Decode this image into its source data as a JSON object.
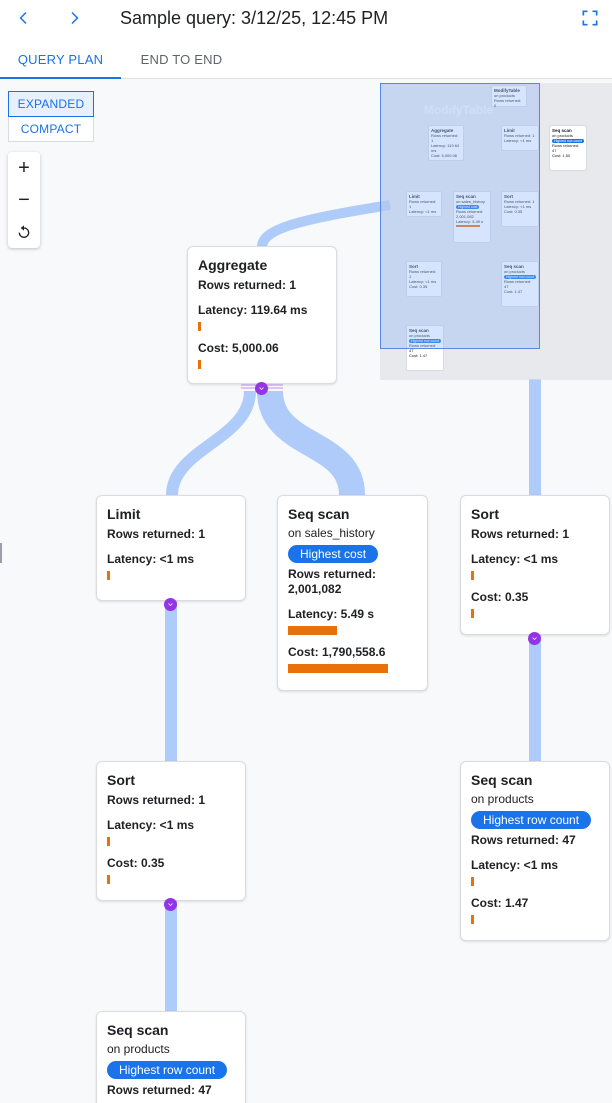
{
  "header": {
    "title": "Sample query: 3/12/25, 12:45 PM"
  },
  "tabs": [
    {
      "label": "QUERY PLAN",
      "active": true
    },
    {
      "label": "END TO END",
      "active": false
    }
  ],
  "view_modes": {
    "expanded": "EXPANDED",
    "compact": "COMPACT",
    "selected": "EXPANDED"
  },
  "zoom": {
    "in": "+",
    "out": "−"
  },
  "colors": {
    "accent": "#1a73e8",
    "edge": "#aecbfa",
    "bar": "#e8710a",
    "knob": "#9334e6"
  },
  "nodes": {
    "aggregate": {
      "title": "Aggregate",
      "rows": "Rows returned: 1",
      "latency": "Latency: 119.64 ms",
      "cost": "Cost: 5,000.06"
    },
    "limit": {
      "title": "Limit",
      "rows": "Rows returned: 1",
      "latency": "Latency: <1 ms"
    },
    "seqscan_sales": {
      "title": "Seq scan",
      "on": "on sales_history",
      "badge": "Highest cost",
      "rows": "Rows returned: 2,001,082",
      "latency": "Latency: 5.49 s",
      "cost": "Cost: 1,790,558.6"
    },
    "sort_right": {
      "title": "Sort",
      "rows": "Rows returned: 1",
      "latency": "Latency: <1 ms",
      "cost": "Cost: 0.35"
    },
    "sort_left": {
      "title": "Sort",
      "rows": "Rows returned: 1",
      "latency": "Latency: <1 ms",
      "cost": "Cost: 0.35"
    },
    "seqscan_products_right": {
      "title": "Seq scan",
      "on": "on products",
      "badge": "Highest row count",
      "rows": "Rows returned: 47",
      "latency": "Latency: <1 ms",
      "cost": "Cost: 1.47"
    },
    "seqscan_products_left": {
      "title": "Seq scan",
      "on": "on products",
      "badge": "Highest row count",
      "rows": "Rows returned: 47"
    }
  },
  "minimap": {
    "modifytable": {
      "title": "ModifyTable",
      "on": "on products",
      "rows": "Rows returned: 0"
    },
    "aggregate": {
      "title": "Aggregate",
      "rows": "Rows returned: 1",
      "latency": "Latency: 119.64 ms",
      "cost": "Cost: 5,000.06"
    },
    "limit_top": {
      "title": "Limit",
      "rows": "Rows returned: 1",
      "latency": "Latency: <1 ms"
    },
    "seqscan_top": {
      "title": "Seq scan",
      "on": "on products",
      "badge": "Highest row count",
      "rows": "Rows returned: 47",
      "latency": "Latency: <1 ms",
      "cost": "Cost: 1.50"
    },
    "limit": {
      "title": "Limit",
      "rows": "Rows returned: 1",
      "latency": "Latency: <1 ms"
    },
    "seqscan_sales": {
      "title": "Seq scan",
      "on": "on sales_history",
      "badge": "Highest cost",
      "rows": "Rows returned: 2,001,082",
      "latency": "Latency: 5.49 s",
      "cost": "Cost: 1,790,558.6"
    },
    "sort_a": {
      "title": "Sort",
      "rows": "Rows returned: 1",
      "latency": "Latency: <1 ms",
      "cost": "Cost: 0.35"
    },
    "sort_b": {
      "title": "Sort",
      "rows": "Rows returned: 1",
      "latency": "Latency: <1 ms",
      "cost": "Cost: 0.35"
    },
    "seqscan_c": {
      "title": "Seq scan",
      "on": "on products",
      "badge": "Highest row count",
      "rows": "Rows returned: 47",
      "latency": "Latency: <1 ms",
      "cost": "Cost: 1.47"
    },
    "seqscan_d": {
      "title": "Seq scan",
      "on": "on products",
      "badge": "Highest row count",
      "rows": "Rows returned: 47",
      "latency": "Latency: <1 ms",
      "cost": "Cost: 1.47"
    }
  }
}
